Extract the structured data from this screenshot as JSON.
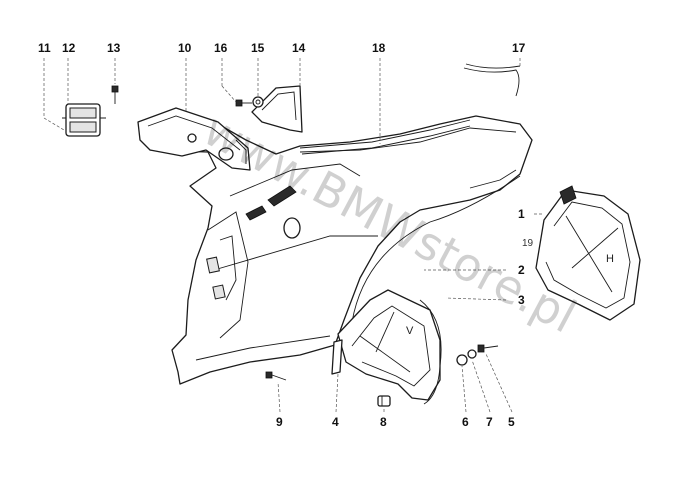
{
  "callouts": {
    "c1": "1",
    "c2": "2",
    "c3": "3",
    "c4": "4",
    "c5": "5",
    "c6": "6",
    "c7": "7",
    "c8": "8",
    "c9": "9",
    "c10": "10",
    "c11": "11",
    "c12": "12",
    "c13": "13",
    "c14": "14",
    "c15": "15",
    "c16": "16",
    "c17": "17",
    "c18": "18",
    "c19": "19"
  },
  "part_letters": {
    "front": "V",
    "rear": "H"
  },
  "watermark": "www.BMWstore.pl"
}
